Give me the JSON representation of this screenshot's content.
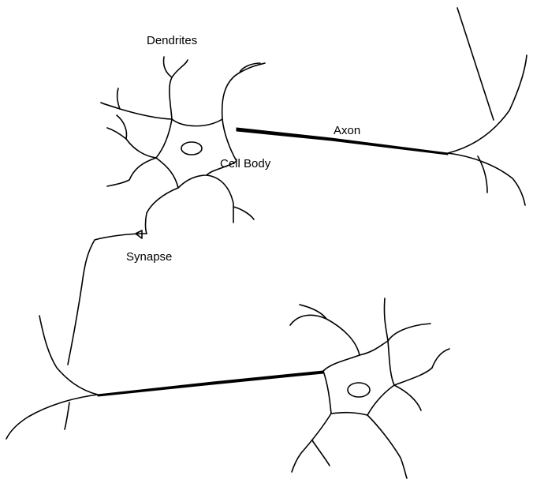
{
  "diagram": {
    "labels": {
      "dendrites": "Dendrites",
      "axon": "Axon",
      "cell_body": "Cell Body",
      "synapse": "Synapse"
    },
    "colors": {
      "background": "#ffffff",
      "stroke": "#000000",
      "text": "#000000"
    }
  }
}
